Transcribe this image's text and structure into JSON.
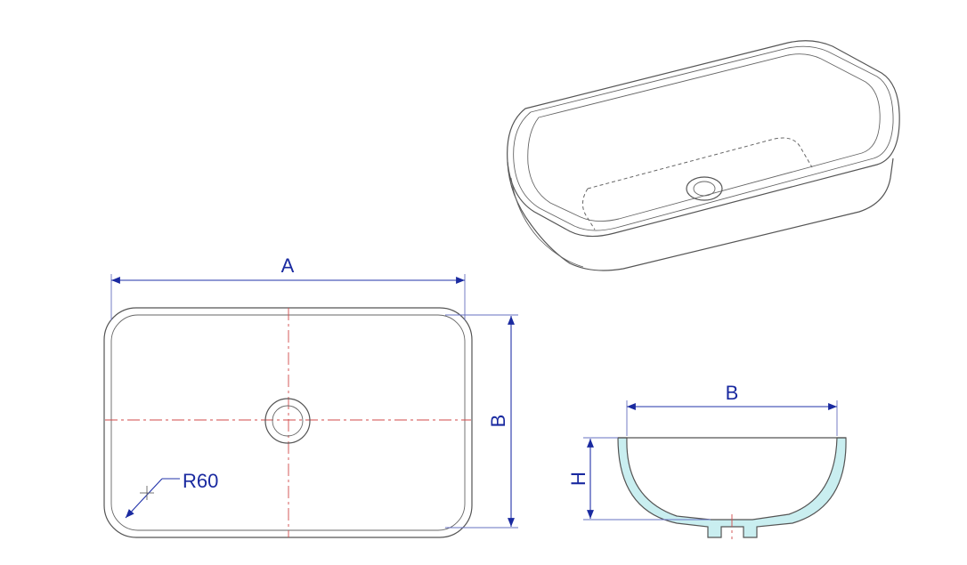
{
  "labels": {
    "top_view_width": "A",
    "top_view_depth": "B",
    "corner_radius": "R60",
    "section_width": "B",
    "section_height": "H"
  },
  "colors": {
    "dimension": "#1a2aa0",
    "center_line": "#d24a4a",
    "outline": "#555555",
    "section_fill": "#c9eef0"
  }
}
